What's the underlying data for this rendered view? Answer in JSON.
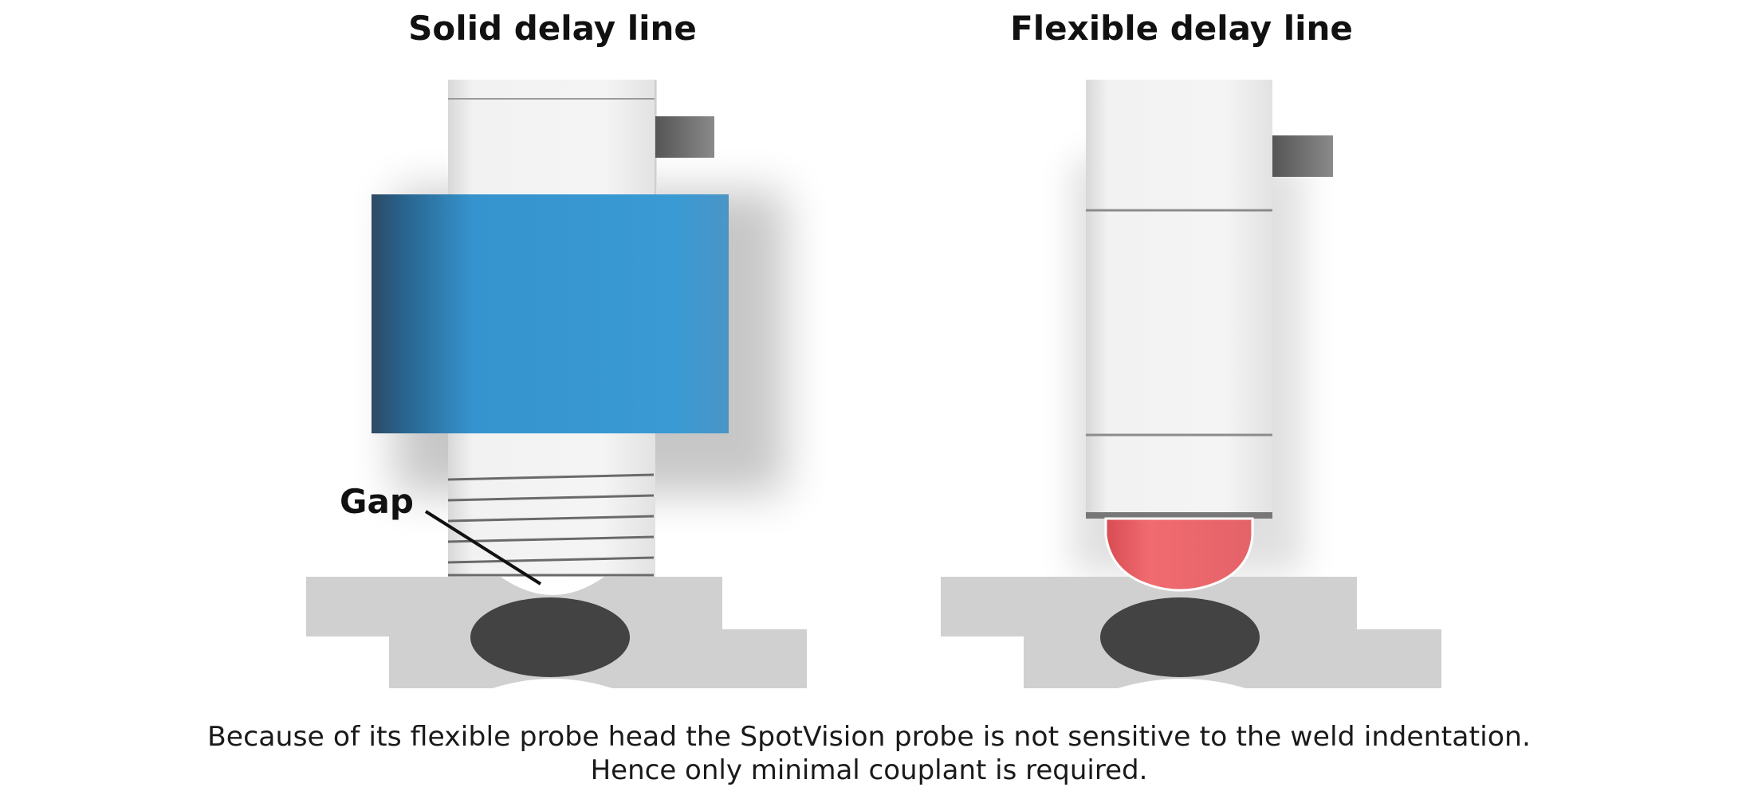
{
  "panels": {
    "left": {
      "title": "Solid delay line",
      "gap_label": "Gap"
    },
    "right": {
      "title": "Flexible delay line"
    }
  },
  "caption": {
    "line1": "Because of its flexible probe head the SpotVision probe is not sensitive to the weld indentation.",
    "line2": "Hence only minimal couplant is required."
  },
  "colors": {
    "solid_delay_line": "#3A9AD4",
    "solid_delay_line_dark": "#2A4A66",
    "flexible_tip": "#EE6A6E",
    "probe_body": "#F0F0F0",
    "connector": "#6A6A6A",
    "sheet_metal": "#D0D0D0",
    "weld_nugget": "#434343"
  }
}
